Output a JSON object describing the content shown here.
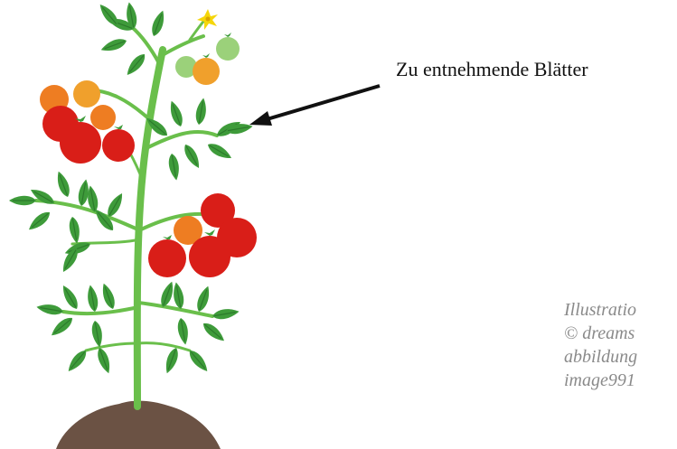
{
  "annotation": {
    "label": "Zu entnehmende Blätter"
  },
  "credit": {
    "lines": [
      "Illustratio",
      "© dreams",
      "abbildung",
      "image991"
    ]
  },
  "colors": {
    "stem": "#6abf4b",
    "leaf": "#3e9b3a",
    "leaf_vein": "#2c7a2b",
    "tomato_red": "#d91e18",
    "tomato_orange": "#ee7d22",
    "tomato_amber": "#f0a02c",
    "tomato_green": "#9bd17a",
    "flower": "#f5d60a",
    "soil": "#6b5244",
    "arrow": "#111111"
  }
}
